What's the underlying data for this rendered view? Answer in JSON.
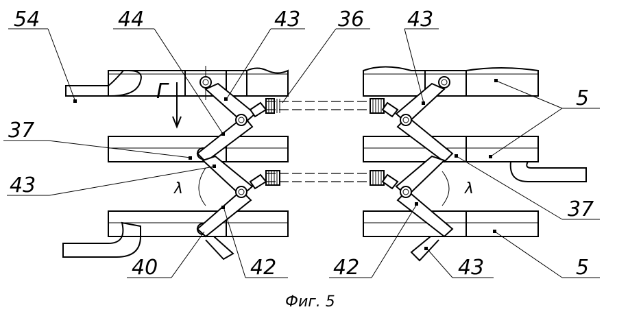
{
  "figure": {
    "labels": {
      "l54": "54",
      "l44": "44",
      "l43_top": "43",
      "l36": "36",
      "l43_right_top": "43",
      "l5_right": "5",
      "l37_left": "37",
      "l43_left": "43",
      "l37_right": "37",
      "l40": "40",
      "l42_left": "42",
      "l42_right": "42",
      "l43_bottom": "43",
      "l5_bottom": "5"
    },
    "section_mark": "Г",
    "angle_left": "λ",
    "angle_right": "λ",
    "caption": "Фиг. 5"
  }
}
